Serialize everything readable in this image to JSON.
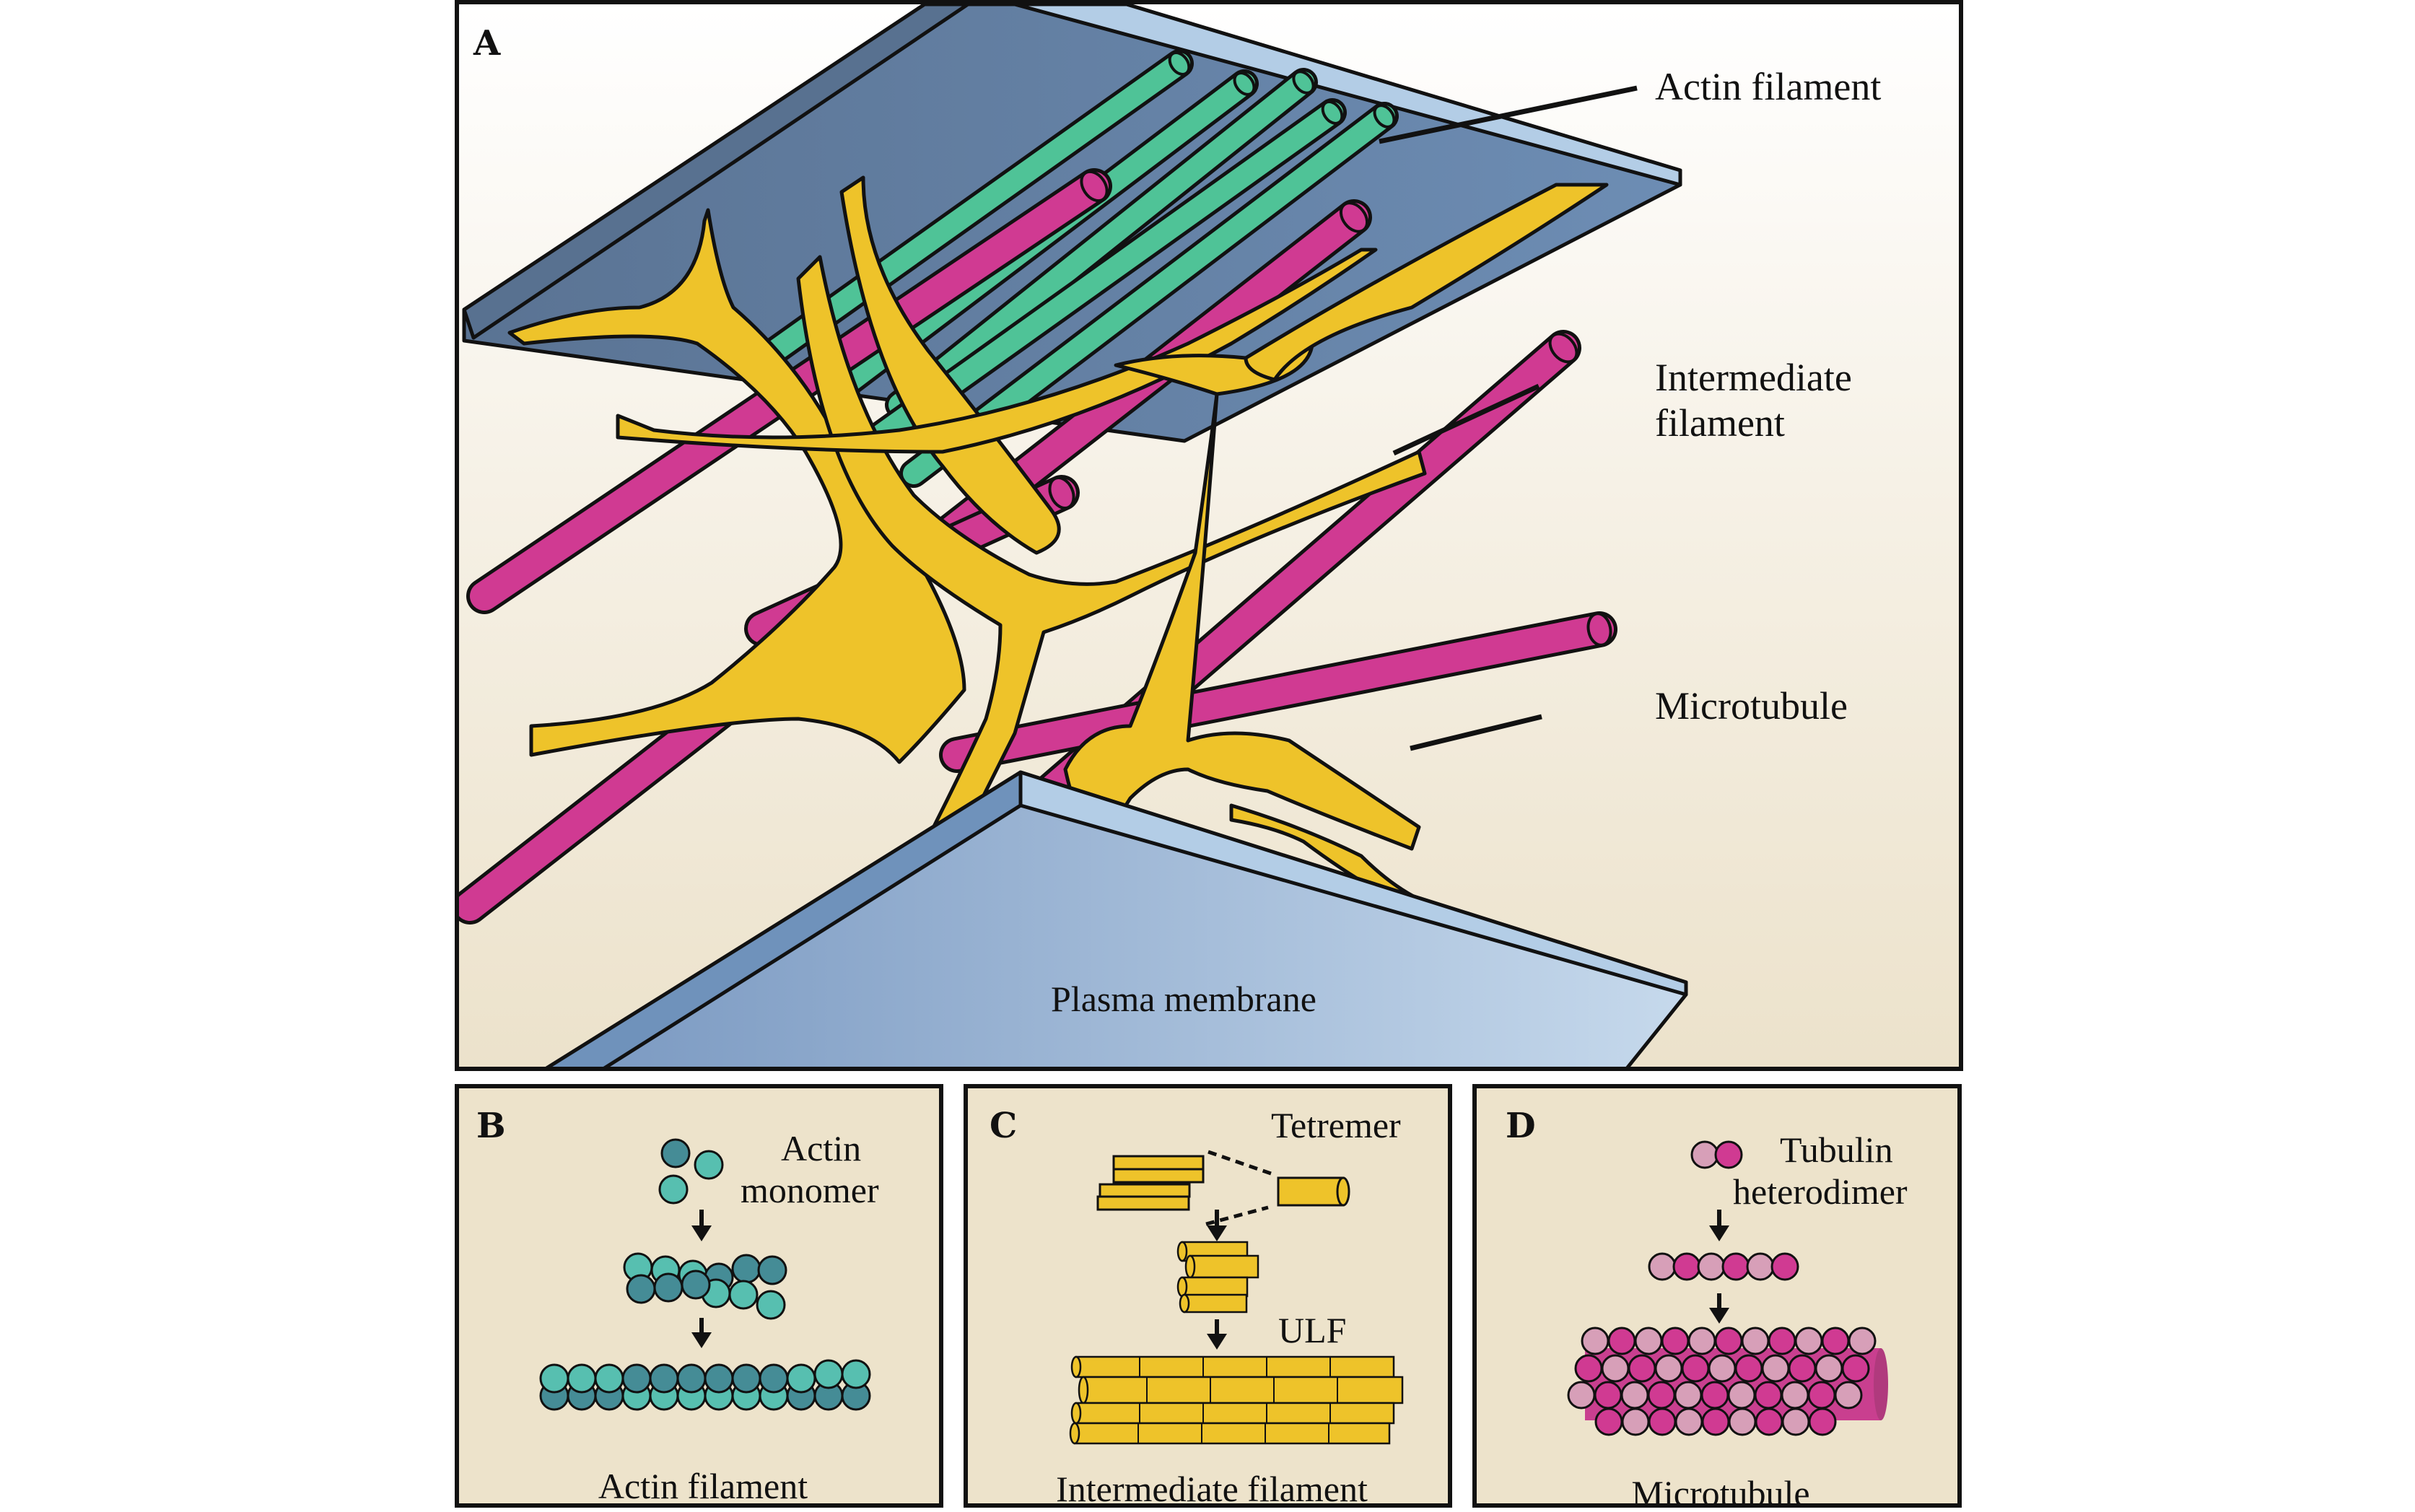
{
  "figure": {
    "panels": {
      "a": {
        "letter": "A",
        "labels": {
          "actin": "Actin filament",
          "intermediate_line1": "Intermediate",
          "intermediate_line2": "filament",
          "microtubule": "Microtubule",
          "membrane": "Plasma membrane"
        }
      },
      "b": {
        "letter": "B",
        "monomer_line1": "Actin",
        "monomer_line2": "monomer",
        "product": "Actin filament"
      },
      "c": {
        "letter": "C",
        "tetramer": "Tetremer",
        "ulf": "ULF",
        "product": "Intermediate filament"
      },
      "d": {
        "letter": "D",
        "dimer_line1": "Tubulin",
        "dimer_line2": "heterodimer",
        "product": "Microtubule"
      }
    },
    "colors": {
      "actin_green": "#4fc397",
      "microtubule_pink": "#d03a92",
      "tubulin_light": "#d79fb8",
      "intermediate_yellow": "#eec32a",
      "actin_dark": "#458c96",
      "actin_light": "#57bfb0",
      "membrane_blue": "#6383a8",
      "membrane_edge": "#b3cde6",
      "panel_bg": "#ede3cb"
    }
  }
}
